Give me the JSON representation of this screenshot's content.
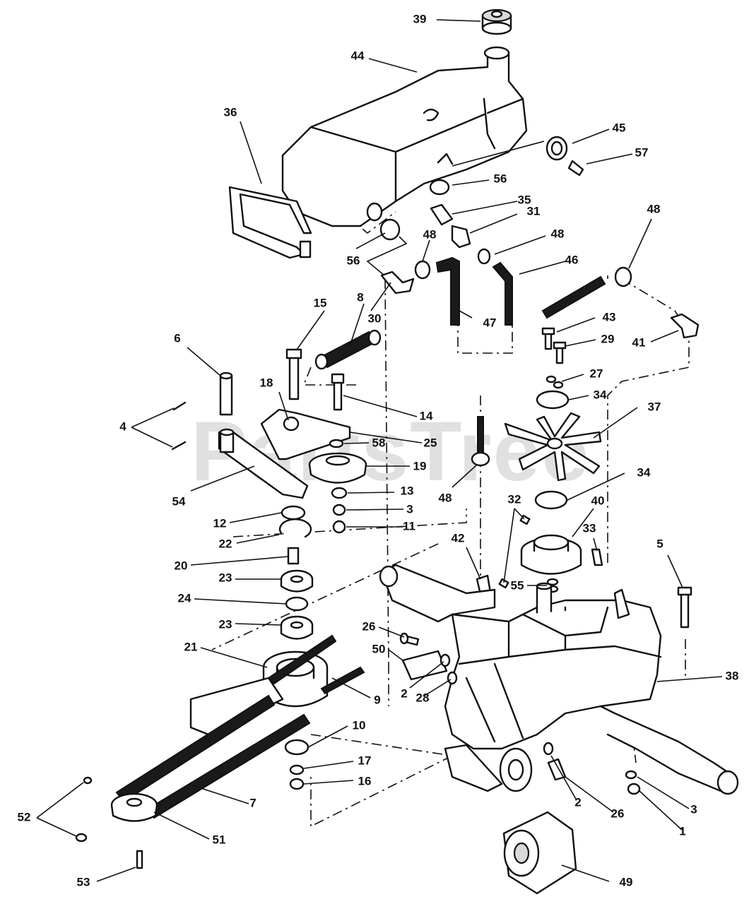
{
  "watermark": "PartsTree",
  "callout_numbers": [
    "39",
    "44",
    "36",
    "45",
    "57",
    "56",
    "35",
    "31",
    "48",
    "56",
    "48",
    "46",
    "48",
    "15",
    "8",
    "30",
    "47",
    "43",
    "41",
    "29",
    "6",
    "27",
    "18",
    "14",
    "34",
    "37",
    "4",
    "25",
    "58",
    "19",
    "48",
    "34",
    "54",
    "13",
    "32",
    "40",
    "3",
    "12",
    "11",
    "33",
    "5",
    "22",
    "20",
    "42",
    "55",
    "23",
    "24",
    "23",
    "26",
    "50",
    "21",
    "38",
    "2",
    "28",
    "9",
    "10",
    "17",
    "7",
    "16",
    "52",
    "51",
    "2",
    "26",
    "3",
    "1",
    "53",
    "49"
  ]
}
